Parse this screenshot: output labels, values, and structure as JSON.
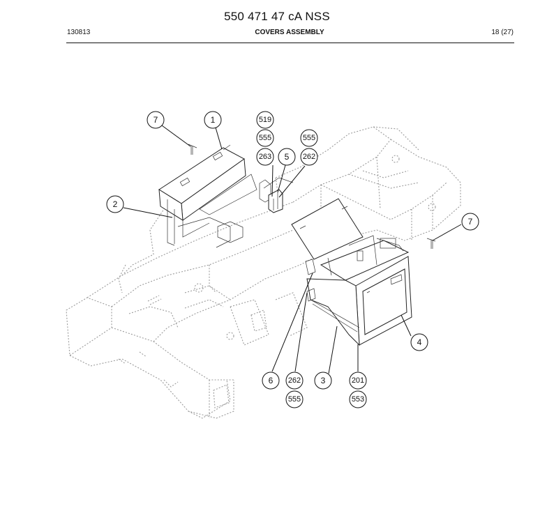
{
  "header": {
    "title": "550 471 47 cA NSS",
    "left": "130813",
    "center": "COVERS ASSEMBLY",
    "right": "18 (27)"
  },
  "callouts": {
    "c1": "1",
    "c2": "2",
    "c3": "3",
    "c4": "4",
    "c5": "5",
    "c6": "6",
    "c7a": "7",
    "c7b": "7",
    "c519": "519",
    "c555a": "555",
    "c555b": "555",
    "c555c": "555",
    "c263": "263",
    "c262a": "262",
    "c262b": "262",
    "c201": "201",
    "c553": "553"
  }
}
